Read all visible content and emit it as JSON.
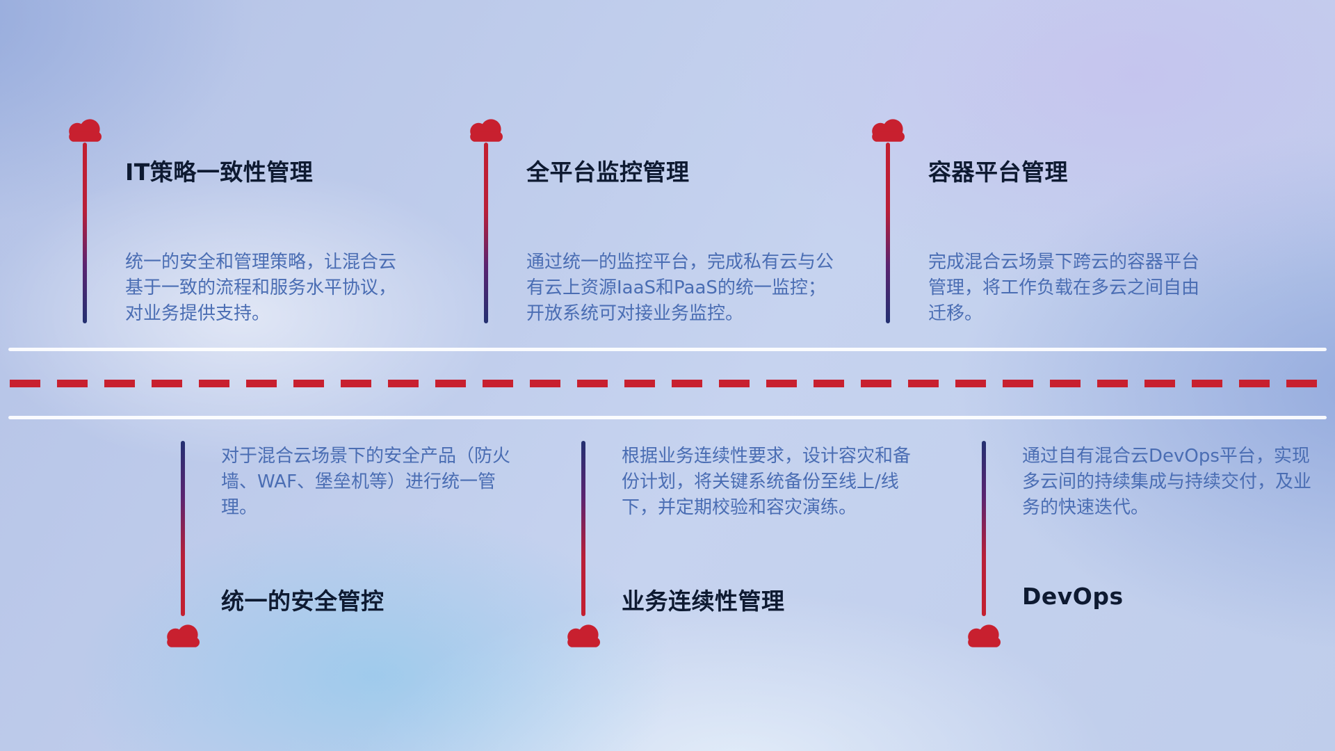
{
  "colors": {
    "accent_red": "#c8202f",
    "deep_blue": "#233071",
    "title_text": "#0e1a31",
    "description_text": "#4a6db3",
    "timeline_line": "#ffffff"
  },
  "icons": {
    "marker": "cloud-icon"
  },
  "top_row": {
    "items": [
      {
        "title": "IT策略一致性管理",
        "description": "统一的安全和管理策略，让混合云基于一致的流程和服务水平协议，对业务提供支持。"
      },
      {
        "title": "全平台监控管理",
        "description": "通过统一的监控平台，完成私有云与公有云上资源IaaS和PaaS的统一监控；开放系统可对接业务监控。"
      },
      {
        "title": "容器平台管理",
        "description": "完成混合云场景下跨云的容器平台管理，将工作负载在多云之间自由迁移。"
      }
    ]
  },
  "bottom_row": {
    "items": [
      {
        "title": "统一的安全管控",
        "description": "对于混合云场景下的安全产品（防火墙、WAF、堡垒机等）进行统一管理。"
      },
      {
        "title": "业务连续性管理",
        "description": "根据业务连续性要求，设计容灾和备份计划，将关键系统备份至线上/线下，并定期校验和容灾演练。"
      },
      {
        "title": "DevOps",
        "description": "通过自有混合云DevOps平台，实现多云间的持续集成与持续交付，及业务的快速迭代。"
      }
    ]
  }
}
